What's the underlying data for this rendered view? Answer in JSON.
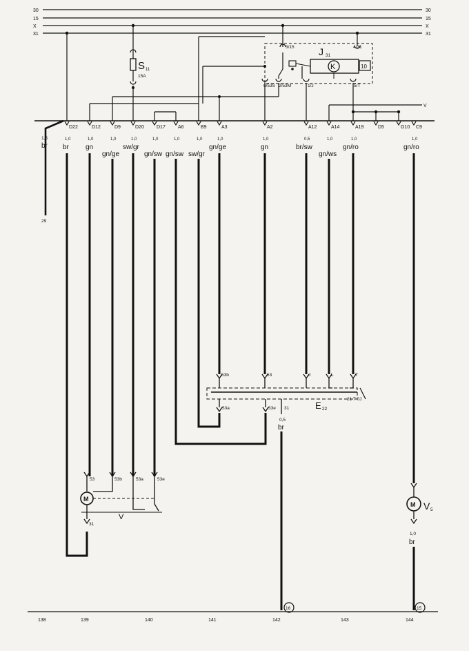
{
  "rails": {
    "left": [
      "30",
      "15",
      "X",
      "31"
    ],
    "right": [
      "30",
      "15",
      "X",
      "31"
    ]
  },
  "fuse": {
    "id": "S",
    "sub": "11",
    "rating": "15A"
  },
  "relay": {
    "id": "J",
    "sub": "31",
    "coil_symbol": "K",
    "box_number": "10",
    "pins": [
      "3/15",
      "4/31",
      "6/53S",
      "2/53M",
      "1/J",
      "5/T"
    ]
  },
  "bus_marker": "V",
  "connectors": [
    {
      "id": "D22",
      "gauge": "1,0",
      "color": "br"
    },
    {
      "id": "D12",
      "gauge": "1,0",
      "color": "gn"
    },
    {
      "id": "D9",
      "gauge": "1,0",
      "color": "gn/ge"
    },
    {
      "id": "D20",
      "gauge": "1,0",
      "color": "sw/gr"
    },
    {
      "id": "D17",
      "gauge": "1,0",
      "color": "gn/sw"
    },
    {
      "id": "A6",
      "gauge": "1,0",
      "color": "gn/sw"
    },
    {
      "id": "B9",
      "gauge": "1,0",
      "color": "sw/gr"
    },
    {
      "id": "A3",
      "gauge": "1,0",
      "color": "gn/ge"
    },
    {
      "id": "A2",
      "gauge": "1,0",
      "color": "gn"
    },
    {
      "id": "A12",
      "gauge": "0,5",
      "color": "br/sw"
    },
    {
      "id": "A14",
      "gauge": "1,0",
      "color": "gn/ws"
    },
    {
      "id": "A19",
      "gauge": "1,0",
      "color": "gn/ro"
    },
    {
      "id": "D5",
      "gauge": "",
      "color": ""
    },
    {
      "id": "G10",
      "gauge": "",
      "color": ""
    },
    {
      "id": "C9",
      "gauge": "1,0",
      "color": "gn/ro"
    }
  ],
  "side_wire": {
    "gauge": "1,5",
    "color": "br",
    "ref": "29"
  },
  "switch": {
    "id": "E",
    "sub": "22",
    "part": "21 T 0J",
    "terminals": [
      "53b",
      "53",
      "J",
      "L",
      "T",
      "53a",
      "53e",
      "31"
    ],
    "ground_wire": {
      "gauge": "0,5",
      "color": "br"
    }
  },
  "wiper_motor": {
    "symbol": "M",
    "label": "V",
    "terminals": [
      "53",
      "53b",
      "53a",
      "53e"
    ],
    "ground": "31"
  },
  "washer_pump": {
    "symbol": "M",
    "id": "V",
    "sub": "5",
    "ground_wire": {
      "gauge": "1,0",
      "color": "br"
    }
  },
  "ground_points": [
    "16",
    "15"
  ],
  "footer_numbers": [
    "138",
    "139",
    "140",
    "141",
    "142",
    "143",
    "144"
  ]
}
